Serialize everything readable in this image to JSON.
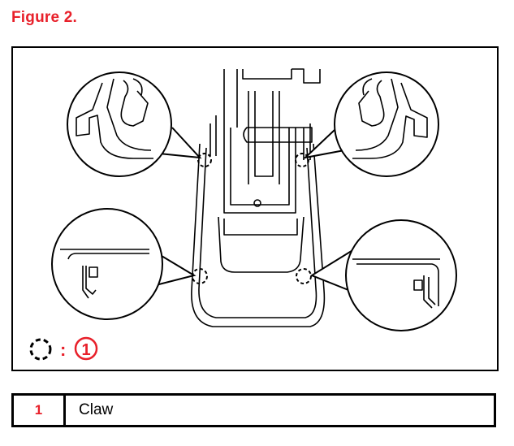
{
  "figure": {
    "title": "Figure 2.",
    "legend_separator": ":",
    "callout_number": "1"
  },
  "legend": {
    "rows": [
      {
        "number": "1",
        "label": "Claw"
      }
    ]
  },
  "colors": {
    "accent_red": "#e8202a",
    "line": "#000000",
    "background": "#ffffff"
  }
}
